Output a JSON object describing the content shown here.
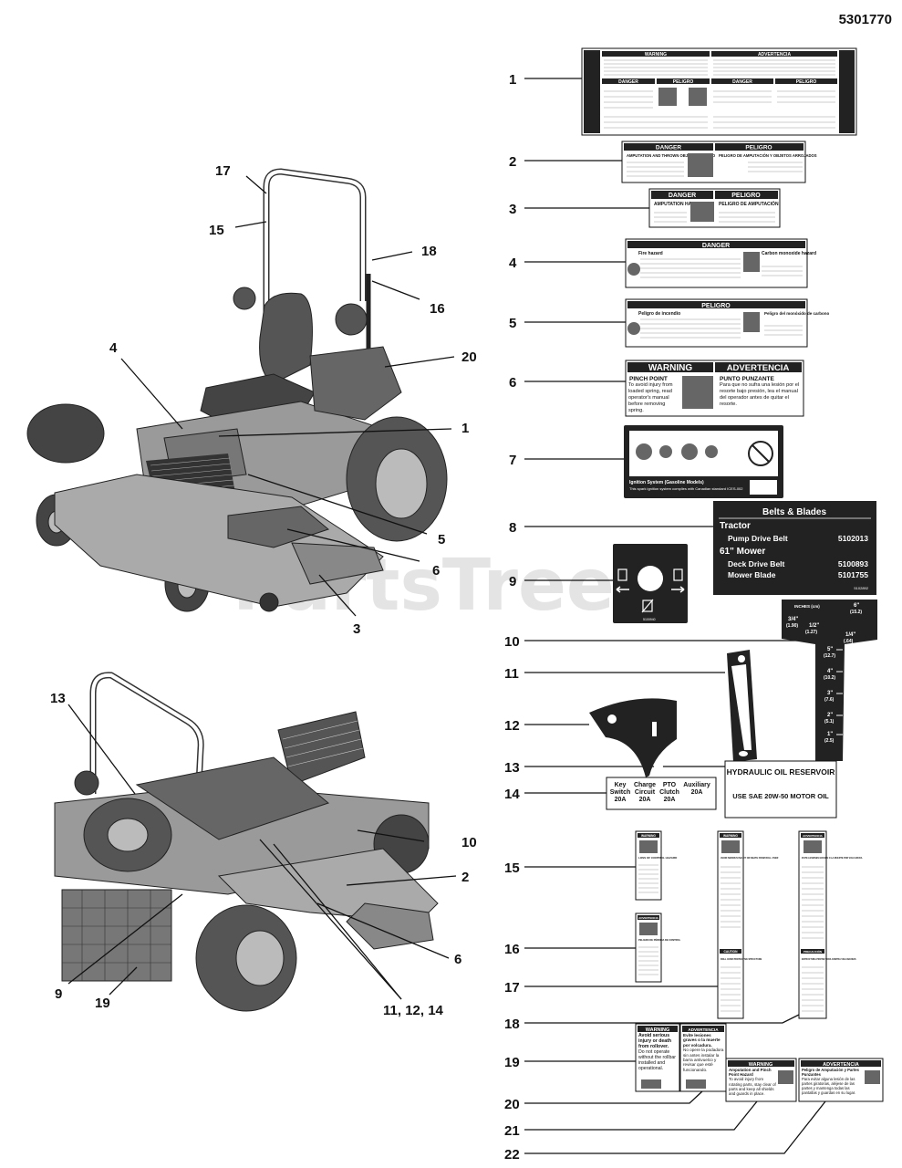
{
  "doc_number": "5301770",
  "watermark": "PartsTree",
  "callouts": {
    "c1": "1",
    "c2": "2",
    "c3": "3",
    "c4": "4",
    "c5": "5",
    "c6": "6",
    "c7": "7",
    "c8": "8",
    "c9": "9",
    "c10": "10",
    "c11": "11",
    "c12": "12",
    "c13": "13",
    "c14": "14",
    "c15": "15",
    "c16": "16",
    "c17": "17",
    "c18": "18",
    "c19": "19",
    "c20": "20",
    "c21": "21",
    "c22": "22"
  },
  "mower_callouts": {
    "m17": "17",
    "m15": "15",
    "m18": "18",
    "m16": "16",
    "m20": "20",
    "m4": "4",
    "m1": "1",
    "m5": "5",
    "m6": "6",
    "m3": "3",
    "m13": "13",
    "m10": "10",
    "m2": "2",
    "m6b": "6",
    "m9": "9",
    "m19": "19",
    "m111214": "11, 12, 14"
  },
  "decals": {
    "d1": {
      "warning": "WARNING",
      "advertencia": "ADVERTENCIA",
      "danger": "DANGER",
      "peligro": "PELIGRO"
    },
    "d2": {
      "danger": "DANGER",
      "peligro": "PELIGRO",
      "left_title": "AMPUTATION AND THROWN OBJECTS HAZARD",
      "left_body": "To avoid injury from rotating blades, stay clear of deck edge and keep others away. Do not mow without discharge chute or entire grass catcher in place.",
      "right_title": "PELIGRO DE AMPUTACIÓN Y OBJETOS ARROJADOS"
    },
    "d3": {
      "danger": "DANGER",
      "peligro": "PELIGRO",
      "left_title": "AMPUTATION HAZARD",
      "left_body": "To avoid injury from rotating blades, stay clear of deck edge.",
      "right_title": "PELIGRO DE AMPUTACIÓN",
      "right_body": "Para evitar lesiones causadas por las cuchillas, mantenerse alejado del borde de la plataforma de corte."
    },
    "d4": {
      "danger": "DANGER",
      "left_title": "Fire hazard",
      "right_title": "Carbon monoxide hazard"
    },
    "d5": {
      "peligro": "PELIGRO",
      "left_title": "Peligro de incendio",
      "right_title": "Peligro del monóxido de carbono"
    },
    "d6": {
      "warning": "WARNING",
      "advertencia": "ADVERTENCIA",
      "left_title": "PINCH POINT",
      "left_body": "To avoid injury from loaded spring, read operator's manual before removing spring.",
      "right_title": "PUNTO PUNZANTE",
      "right_body": "Para que no sufra una lesión por el resorte bajo presión, lea el manual del operador antes de quitar el resorte."
    },
    "d7": {
      "footer_title": "Ignition System (Gasoline Models)",
      "footer_body": "This spark ignition system complies with Canadian standard ICES-002"
    },
    "d8": {
      "title": "Belts & Blades",
      "tractor_label": "Tractor",
      "pump_label": "Pump Drive Belt",
      "pump_pn": "5102013",
      "mower_label": "61\" Mower",
      "deck_label": "Deck Drive Belt",
      "deck_pn": "5100893",
      "blade_label": "Mower Blade",
      "blade_pn": "5101755",
      "code": "5102892"
    },
    "d9": {
      "code": "5100940"
    },
    "d10": {
      "inches": "INCHES (cm)",
      "t1": "6\"",
      "t1b": "(15.2)",
      "t2": "3/4\"",
      "t2b": "(1.90)",
      "t3": "1/2\"",
      "t3b": "(1.27)",
      "t4": "1/4\"",
      "t4b": "(.64)",
      "t5": "5\"",
      "t5b": "(12.7)",
      "t6": "4\"",
      "t6b": "(10.2)",
      "t7": "3\"",
      "t7b": "(7.6)",
      "t8": "2\"",
      "t8b": "(5.1)",
      "t9": "1\"",
      "t9b": "(2.5)"
    },
    "d13": {
      "title": "HYDRAULIC OIL RESERVOIR",
      "body": "USE SAE 20W-50 MOTOR OIL"
    },
    "d14": {
      "col1a": "Key",
      "col1b": "Switch",
      "col1c": "20A",
      "col2a": "Charge",
      "col2b": "Circuit",
      "col2c": "20A",
      "col3a": "PTO",
      "col3b": "Clutch",
      "col3c": "20A",
      "col4a": "Auxiliary",
      "col4b": "20A"
    },
    "d15": {
      "warning": "WARNING",
      "title": "LOSS OF CONTROL HAZARD"
    },
    "d16": {
      "advertencia": "ADVERTENCIA",
      "title": "PELIGRO DE PÉRDIDA DE CONTROL"
    },
    "d17": {
      "warning": "WARNING",
      "caution": "CAUTION",
      "title": "AVOID SERIOUS INJURY OR DEATH FROM ROLL OVER",
      "title2": "ROLL OVER PROTECTIVE STRUCTURE"
    },
    "d18": {
      "advertencia": "ADVERTENCIA",
      "precaucion": "PRECAUCIÓN",
      "title": "EVITE LESIONES GRAVES O LA MUERTE POR VOLCADURA",
      "title2": "ESTRUCTURA PROTECTORA CONTRA VOLCADURAS"
    },
    "d19": {
      "warning": "WARNING",
      "body1": "Avoid serious injury or death from rollover.",
      "body2": "Do not operate without the rollbar installed and operational."
    },
    "d20": {
      "advertencia": "ADVERTENCIA",
      "body1": "Evite lesiones graves o la muerte por volcadura.",
      "body2": "No opere la podadora sin antes instalar la barra antivuelco y revisar que esté funcionando."
    },
    "d21": {
      "warning": "WARNING",
      "title": "Amputation and Pinch Point Hazard",
      "body": "To avoid injury from rotating parts, stay clear of parts and keep all shields and guards in place."
    },
    "d22": {
      "advertencia": "ADVERTENCIA",
      "title": "Peligro de Amputación y Partes Punzantes",
      "body": "Para evitar alguna lesión de las partes giratorias, aléjese de las partes y mantenga todas las pantallas y guardas en su lugar."
    }
  }
}
